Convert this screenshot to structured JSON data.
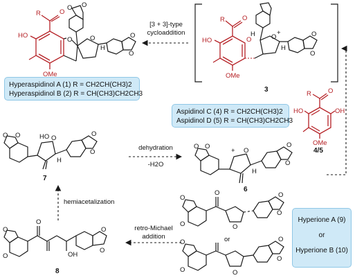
{
  "boxes": {
    "hyperaspidinol_a": "Hyperaspidinol A (1) R = CH2CH(CH3)2",
    "hyperaspidinol_b": "Hyperaspidinol B (2) R = CH(CH3)CH2CH3",
    "aspidinol_c": "Aspidinol C (4) R = CH2CH(CH3)2",
    "aspidinol_d": "Aspidinol D (5) R = CH(CH3)CH2CH3",
    "hyperione_a": "Hyperione A (9)",
    "or_label": "or",
    "hyperione_b": "Hyperione B (10)"
  },
  "arrows": {
    "cycloaddition_line1": "[3 + 3]-type",
    "cycloaddition_line2": "cycloaddition",
    "dehydration_line1": "dehydration",
    "dehydration_line2": "-H2O",
    "hemiacetalization": "hemiacetalization",
    "retro_michael_line1": "retro-Michael",
    "retro_michael_line2": "addition"
  },
  "compound_numbers": {
    "c3": "3",
    "c45": "4/5",
    "c6": "6",
    "c7": "7",
    "c8": "8"
  },
  "atom_labels": {
    "R": "R",
    "O": "O",
    "HO": "HO",
    "OH": "OH",
    "H": "H",
    "OMe": "OMe",
    "plus": "+",
    "or": "or"
  },
  "colors": {
    "box_fill": "#cfe9f7",
    "box_border": "#8fc7e6",
    "highlight_red": "#b52025",
    "line_black": "#1a1a1a"
  }
}
